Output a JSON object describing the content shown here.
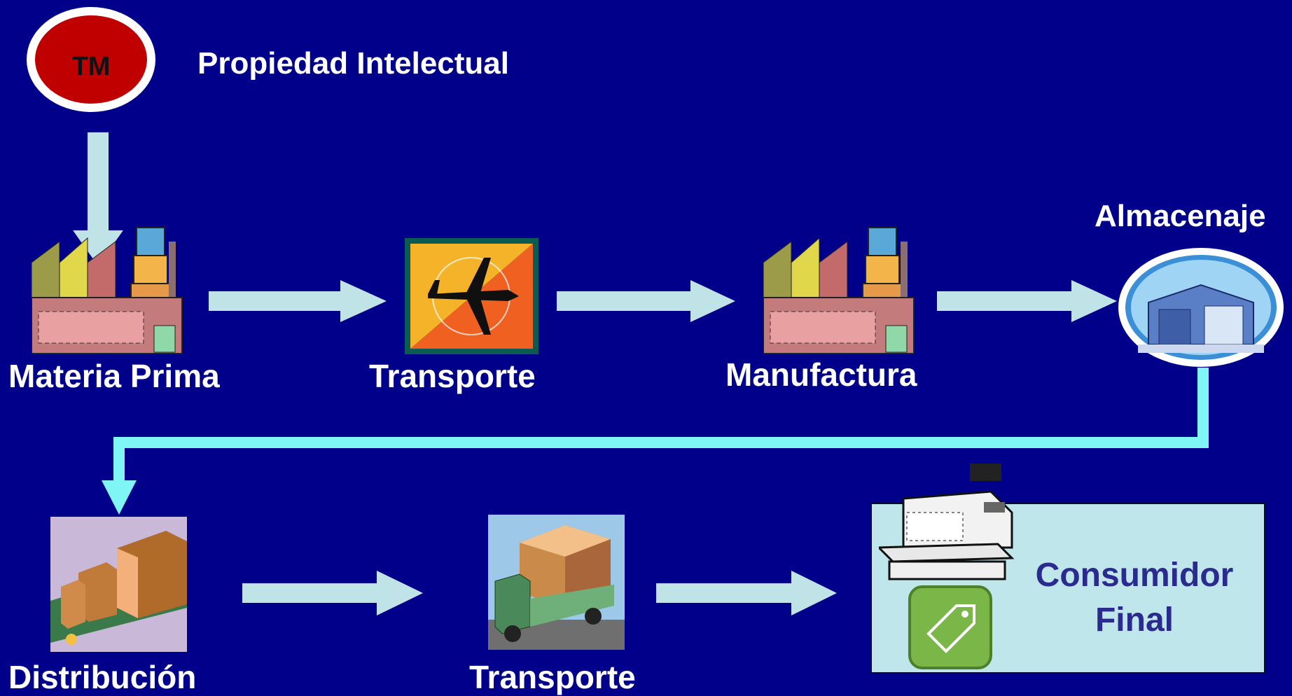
{
  "header": {
    "badge_text": "TM",
    "title": "Propiedad Intelectual"
  },
  "nodes": {
    "materia_prima": "Materia Prima",
    "transporte_air": "Transporte",
    "manufactura": "Manufactura",
    "almacenaje": "Almacenaje",
    "distribucion": "Distribución",
    "transporte_road": "Transporte",
    "consumidor_line1": "Consumidor",
    "consumidor_line2": "Final"
  },
  "icons": {
    "trademark": "trademark-badge-icon",
    "factory": "factory-icon",
    "airplane": "airplane-stamp-icon",
    "warehouse": "warehouse-icon",
    "conveyor": "conveyor-boxes-icon",
    "truck": "delivery-truck-icon",
    "register": "cash-register-icon",
    "tag": "price-tag-icon"
  },
  "colors": {
    "background": "#00008a",
    "arrow": "#bfe3e6",
    "connector": "#7ff5f5",
    "badge_red": "#c00000",
    "consumer_box": "#bfe6ea",
    "consumer_text": "#2b2b8f"
  }
}
